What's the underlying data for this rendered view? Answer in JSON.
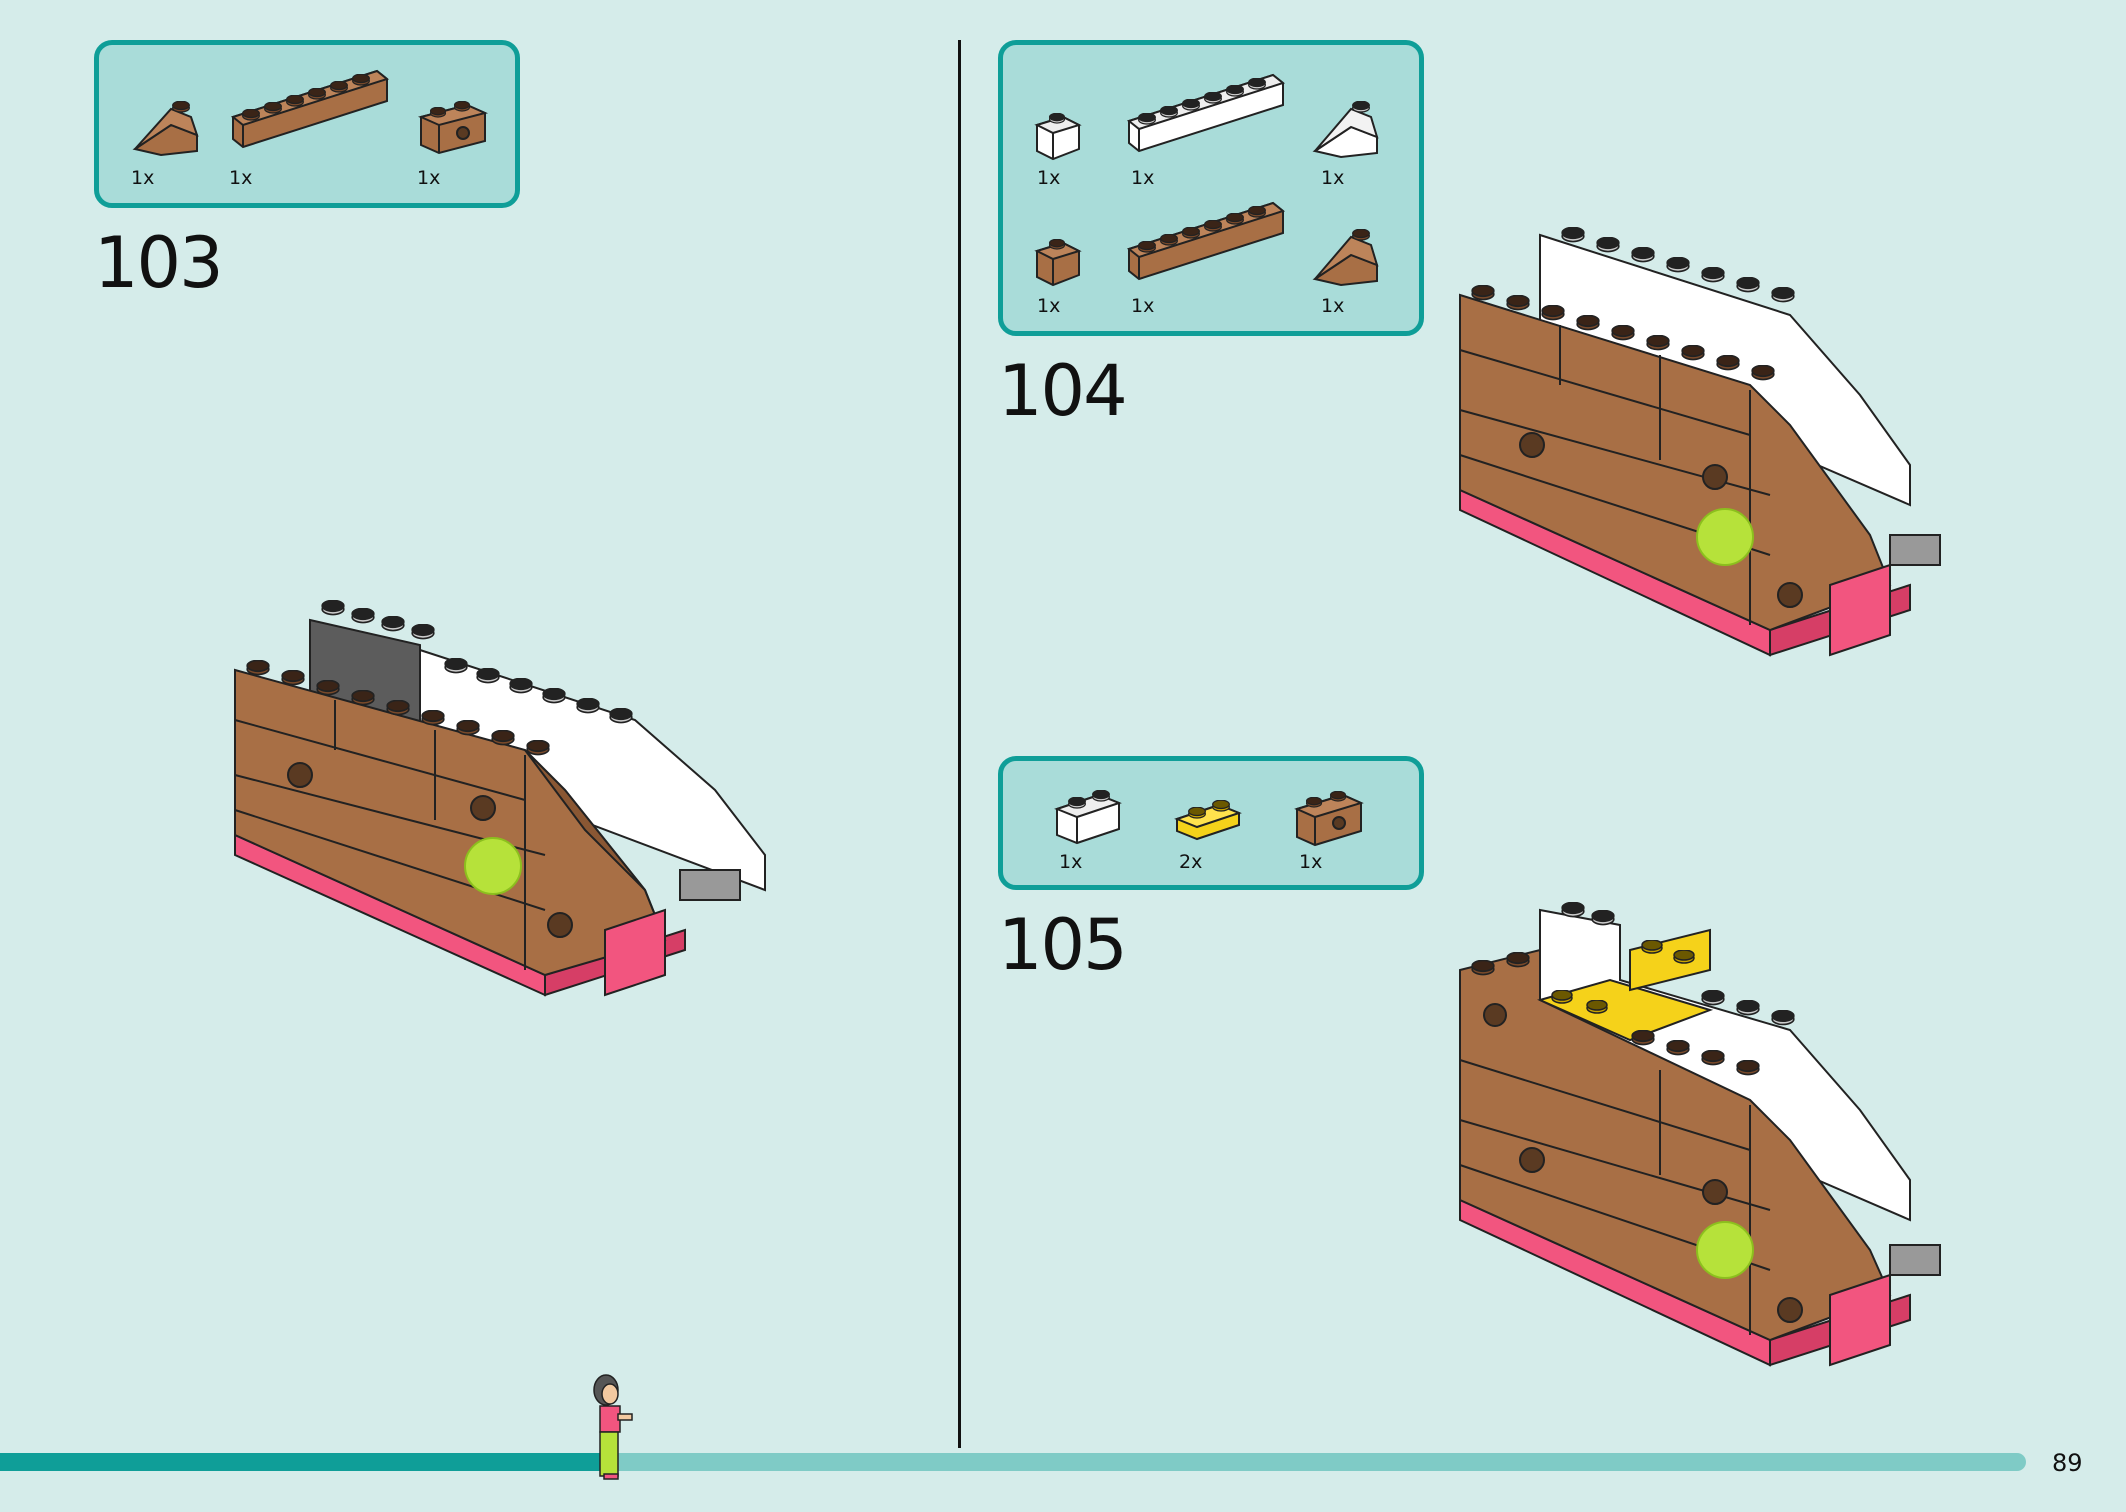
{
  "page": {
    "number": "89",
    "progress_fraction": 0.3
  },
  "colors": {
    "accent": "#0f9e98",
    "brown": "#a86f45",
    "white": "#ffffff",
    "pink": "#f2557f",
    "lime": "#b6e23a",
    "yellow": "#f5d21a",
    "dark_gray": "#5c5c5c"
  },
  "steps": [
    {
      "number": "103",
      "parts": [
        {
          "icon": "brown-slope-brick-icon",
          "qty": "1x"
        },
        {
          "icon": "brown-1x6-brick-icon",
          "qty": "1x"
        },
        {
          "icon": "brown-technic-brick-icon",
          "qty": "1x"
        }
      ]
    },
    {
      "number": "104",
      "parts": [
        {
          "icon": "white-1x1-brick-icon",
          "qty": "1x"
        },
        {
          "icon": "white-1x6-brick-icon",
          "qty": "1x"
        },
        {
          "icon": "white-slope-brick-icon",
          "qty": "1x"
        },
        {
          "icon": "brown-1x1-brick-icon",
          "qty": "1x"
        },
        {
          "icon": "brown-1x6-brick-icon",
          "qty": "1x"
        },
        {
          "icon": "brown-slope-brick-icon",
          "qty": "1x"
        }
      ]
    },
    {
      "number": "105",
      "parts": [
        {
          "icon": "white-1x2-brick-icon",
          "qty": "1x"
        },
        {
          "icon": "yellow-1x2-plate-icon",
          "qty": "2x"
        },
        {
          "icon": "brown-technic-brick-icon",
          "qty": "1x"
        }
      ]
    }
  ]
}
